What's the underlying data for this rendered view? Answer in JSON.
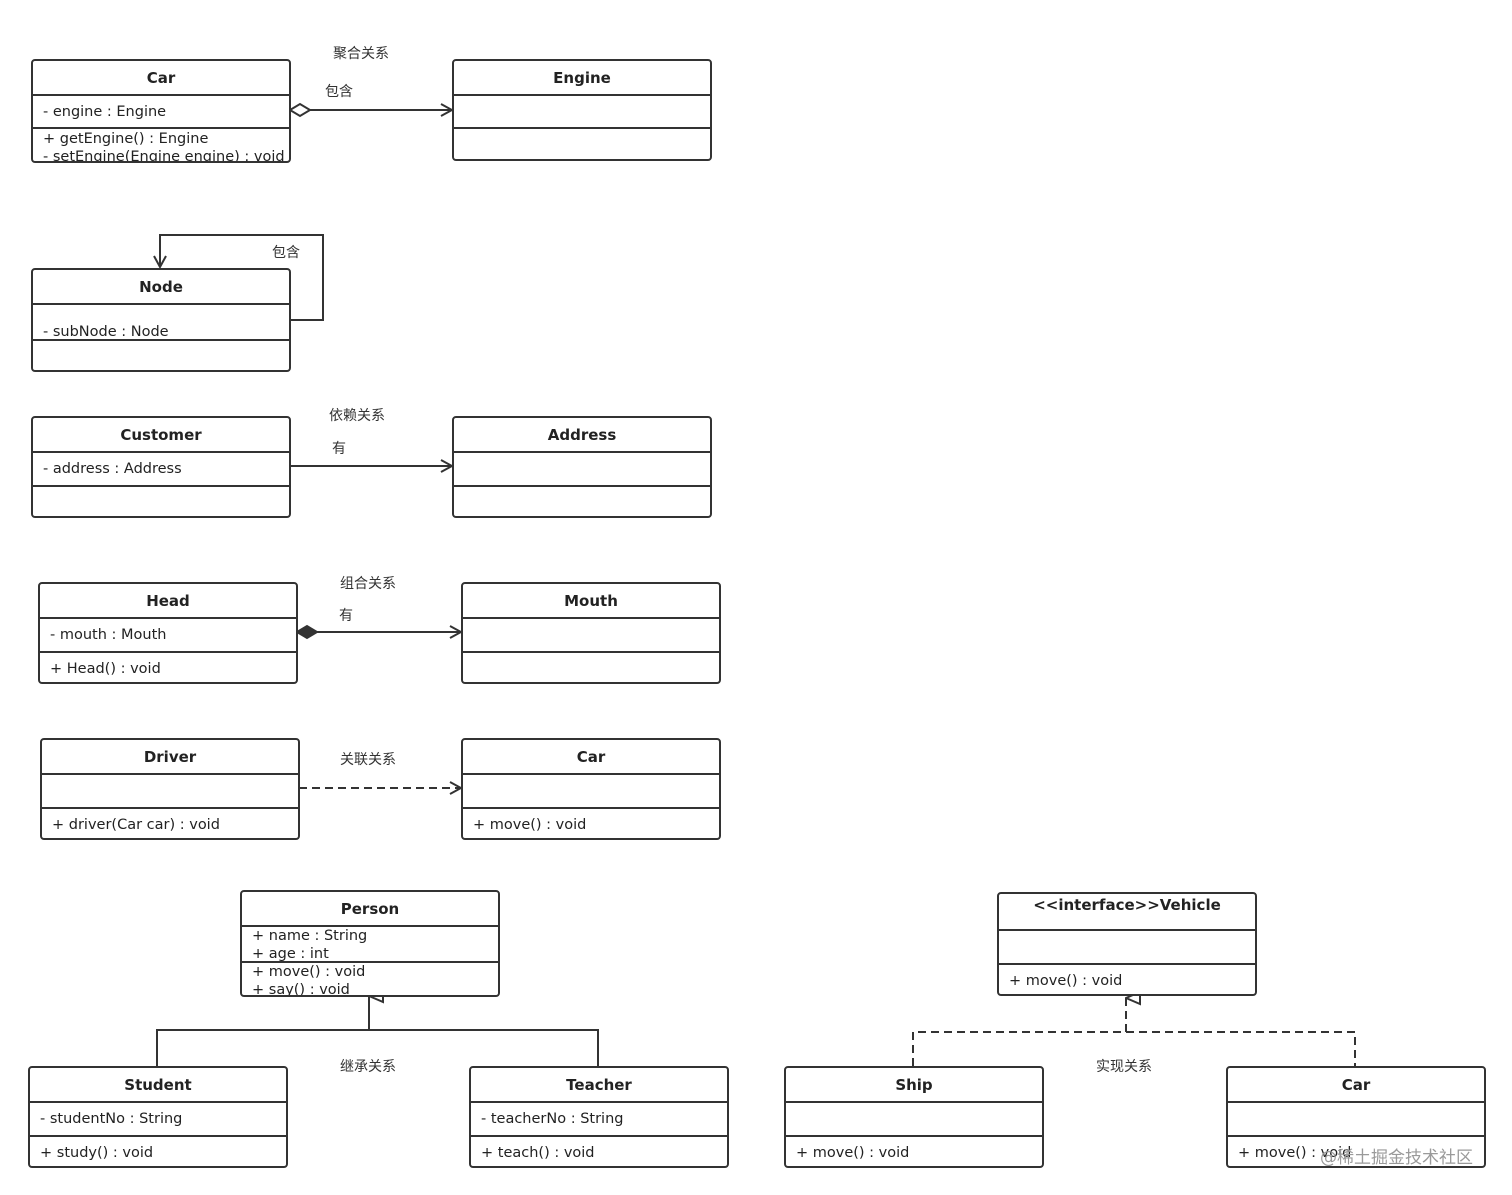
{
  "classes": {
    "car1": {
      "name": "Car",
      "attributes": [
        "- engine : Engine"
      ],
      "methods": [
        "+ getEngine() : Engine",
        "- setEngine(Engine engine) : void"
      ]
    },
    "engine": {
      "name": "Engine",
      "attributes": [],
      "methods": []
    },
    "node": {
      "name": "Node",
      "attributes": [
        "- subNode : Node"
      ],
      "methods": []
    },
    "customer": {
      "name": "Customer",
      "attributes": [
        "- address : Address"
      ],
      "methods": []
    },
    "address": {
      "name": "Address",
      "attributes": [],
      "methods": []
    },
    "head": {
      "name": "Head",
      "attributes": [
        "- mouth : Mouth"
      ],
      "methods": [
        "+ Head() : void"
      ]
    },
    "mouth": {
      "name": "Mouth",
      "attributes": [],
      "methods": []
    },
    "driver": {
      "name": "Driver",
      "attributes": [],
      "methods": [
        "+ driver(Car car) : void"
      ]
    },
    "car2": {
      "name": "Car",
      "attributes": [],
      "methods": [
        "+ move() : void"
      ]
    },
    "person": {
      "name": "Person",
      "attributes": [
        "+ name : String",
        "+ age : int"
      ],
      "methods": [
        "+ move() : void",
        "+ say() : void"
      ]
    },
    "student": {
      "name": "Student",
      "attributes": [
        "- studentNo : String"
      ],
      "methods": [
        "+ study() : void"
      ]
    },
    "teacher": {
      "name": "Teacher",
      "attributes": [
        "- teacherNo : String"
      ],
      "methods": [
        "+ teach() : void"
      ]
    },
    "vehicle": {
      "name": "<<interface>>Vehicle",
      "attributes": [],
      "methods": [
        "+ move() : void"
      ]
    },
    "ship": {
      "name": "Ship",
      "attributes": [],
      "methods": [
        "+ move() : void"
      ]
    },
    "car3": {
      "name": "Car",
      "attributes": [],
      "methods": [
        "+ move() : void"
      ]
    }
  },
  "labels": {
    "aggregation_title": "聚合关系",
    "aggregation_label": "包含",
    "self_label": "包含",
    "dependency_title": "依赖关系",
    "dependency_label": "有",
    "composition_title": "组合关系",
    "composition_label": "有",
    "association_title": "关联关系",
    "inheritance_title": "继承关系",
    "realization_title": "实现关系"
  },
  "watermark": "@稀土掘金技术社区"
}
